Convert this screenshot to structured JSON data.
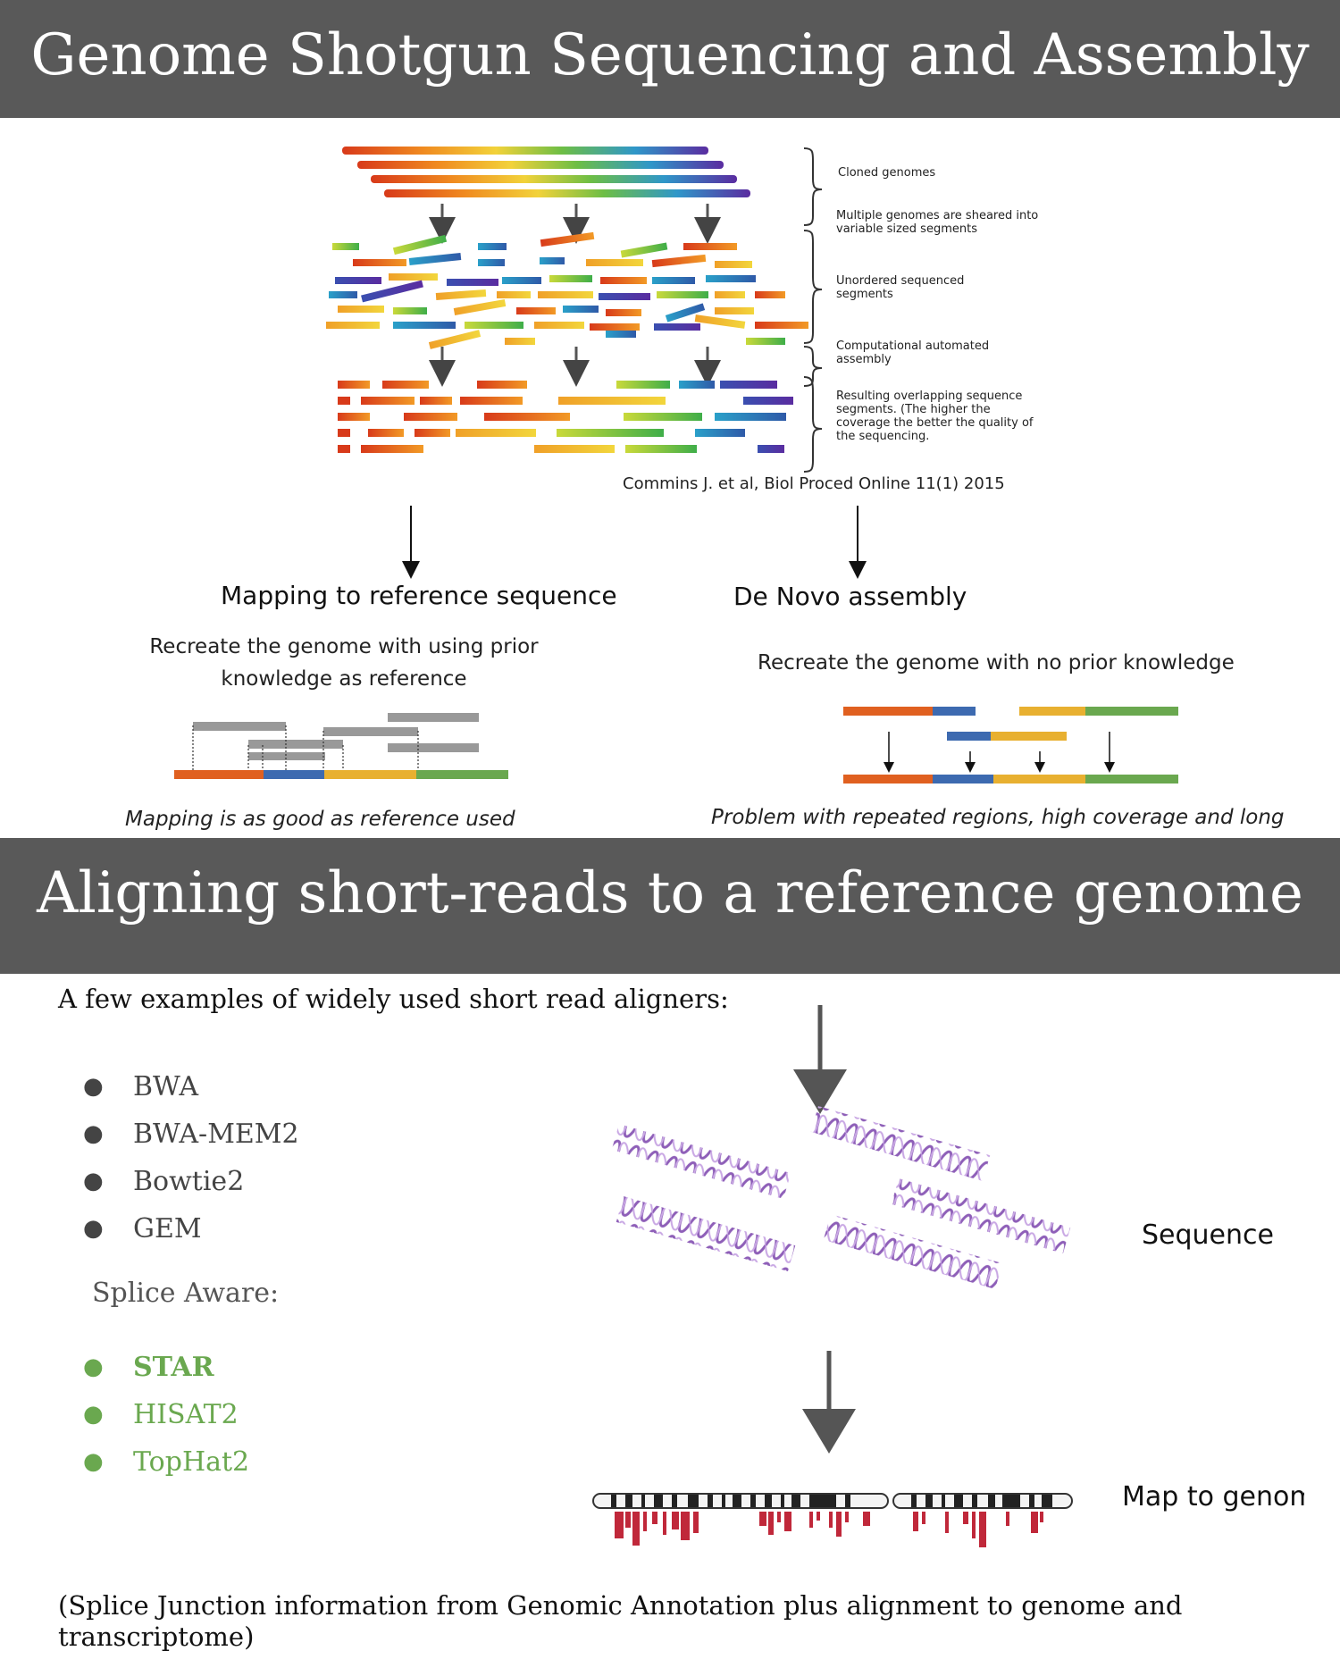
{
  "section1": {
    "title": "Genome Shotgun Sequencing and Assembly",
    "figure": {
      "labels": [
        "Cloned genomes",
        "Multiple genomes are sheared into variable sized segments",
        "Unordered sequenced segments",
        "Computational automated assembly",
        "Resulting overlapping sequence segments. (The higher the coverage the better the quality of the sequencing."
      ],
      "citation": "Commins J. et al, Biol Proced Online 11(1) 2015"
    },
    "mapping": {
      "title": "Mapping to reference sequence",
      "desc": "Recreate the genome with using prior knowledge as reference",
      "note": "Mapping is as good as reference used"
    },
    "denovo": {
      "title": "De Novo assembly",
      "desc": "Recreate the genome with no prior knowledge",
      "note": "Problem with repeated regions, high coverage and long"
    }
  },
  "section2": {
    "title": "Aligning short-reads to a reference genome",
    "intro": "A few examples of widely used short read aligners:",
    "aligners": [
      "BWA",
      "BWA-MEM2",
      "Bowtie2",
      "GEM"
    ],
    "splice_heading": "Splice Aware:",
    "splice_aligners": [
      "STAR",
      "HISAT2",
      "TopHat2"
    ],
    "figure_labels": {
      "sequence": "Sequence",
      "map": "Map to genome"
    },
    "footnote": "(Splice Junction information from Genomic Annotation plus alignment to genome and transcriptome)"
  },
  "colors": {
    "banner": "#595959",
    "splice_green": "#6aa84f",
    "seg_orange": "#e06020",
    "seg_blue": "#3d6ab0",
    "seg_yellow": "#e8b030",
    "seg_green": "#6aa84f",
    "read_gray": "#999999",
    "helix_purple": "#9a6bbf",
    "coverage_red": "#c0283a"
  },
  "icons": [
    "down-arrow-icon",
    "bullet-icon",
    "dna-helix-icon",
    "chromosome-icon"
  ]
}
